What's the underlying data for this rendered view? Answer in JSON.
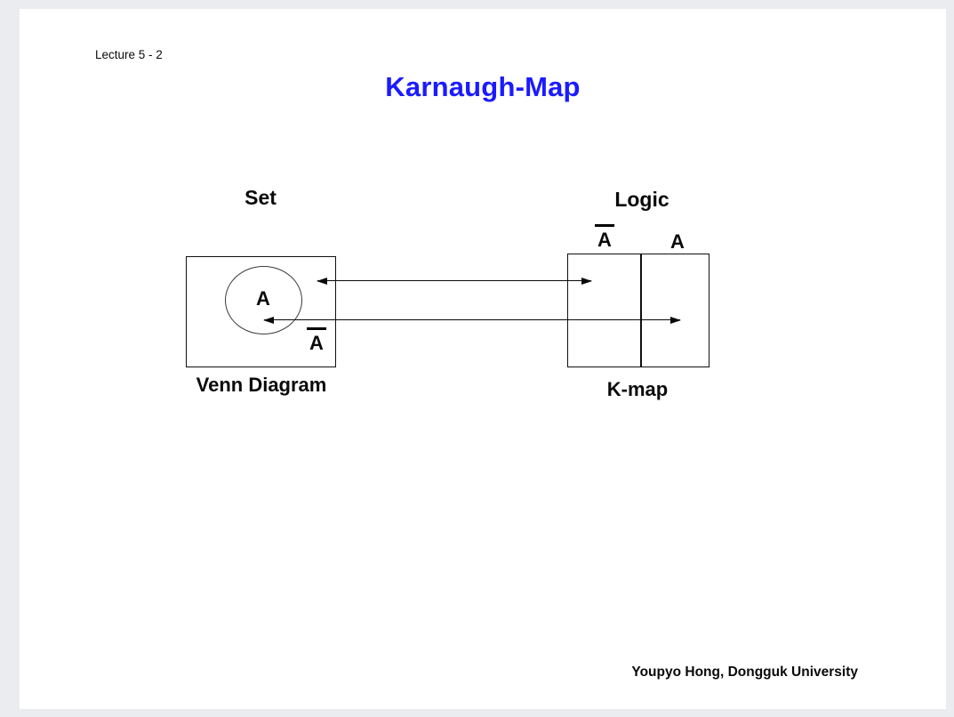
{
  "window": {
    "canvas_background": "#eaecf0",
    "slide_background": "#ffffff"
  },
  "slide": {
    "lecture_label": "Lecture 5 - 2",
    "title": "Karnaugh-Map",
    "title_color": "#1b1bff",
    "footer_credit": "Youpyo Hong, Dongguk University"
  },
  "venn": {
    "heading": "Set",
    "set_label": "A",
    "complement_label": "A",
    "caption": "Venn Diagram"
  },
  "kmap": {
    "heading": "Logic",
    "col_not_a_label": "A",
    "col_a_label": "A",
    "caption": "K-map"
  }
}
